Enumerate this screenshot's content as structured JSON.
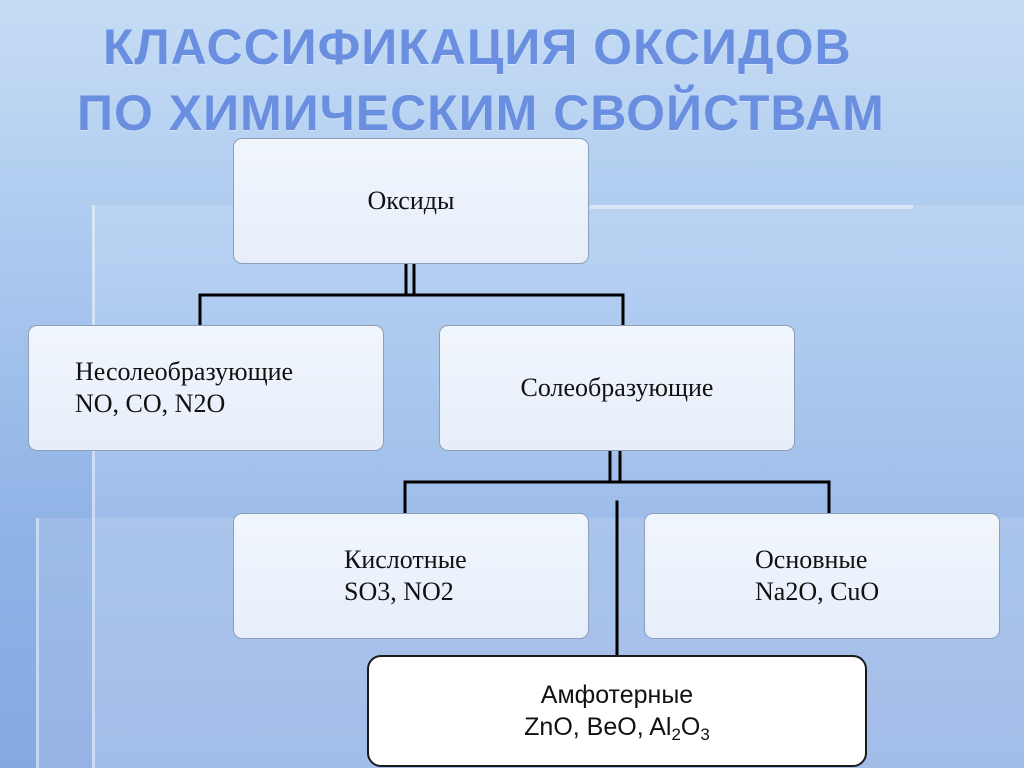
{
  "title": {
    "line1": "КЛАССИФИКАЦИЯ ОКСИДОВ",
    "line2": "ПО ХИМИЧЕСКИМ СВОЙСТВАМ"
  },
  "nodes": {
    "root": {
      "label": "Оксиды"
    },
    "non_salt": {
      "label": "Несолеобразующие",
      "examples": "NO, CO, N2O"
    },
    "salt": {
      "label": "Солеобразующие"
    },
    "acidic": {
      "label": "Кислотные",
      "examples": "SO3, NO2"
    },
    "basic": {
      "label": "Основные",
      "examples": "Na2O, CuO"
    },
    "amphoteric": {
      "label": "Амфотерные",
      "formula_parts": [
        "ZnO, BeO, Al",
        "2",
        "O",
        "3"
      ]
    }
  },
  "colors": {
    "title": "#6a8fe0",
    "connector": "#000000",
    "box_border": "#8c9fb8"
  }
}
